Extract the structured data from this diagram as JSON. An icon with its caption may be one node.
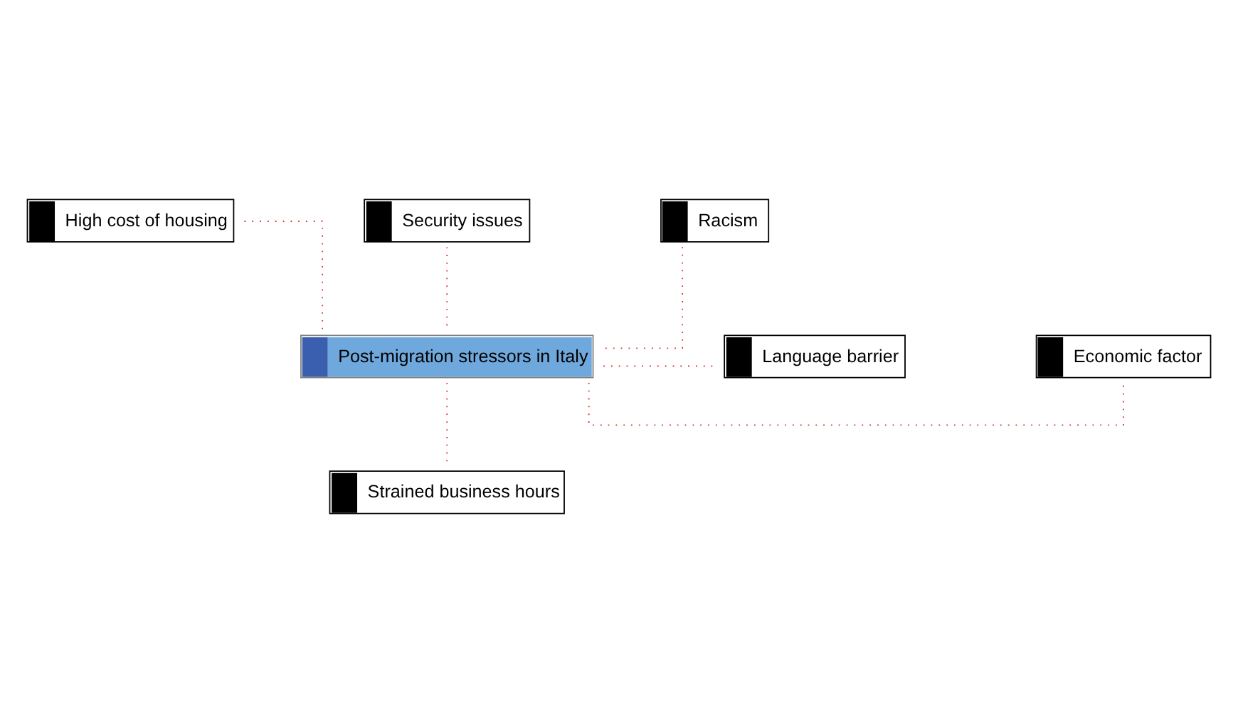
{
  "diagram": {
    "nodes": [
      {
        "text": [
          "Post-migration stressors in Italy"
        ]
      },
      {
        "text": [
          "High cost of housing"
        ]
      },
      {
        "text": [
          "Security issues"
        ]
      },
      {
        "text": [
          "Racism"
        ]
      },
      {
        "text": [
          "Economic factor"
        ]
      },
      {
        "text": [
          "Language barrier"
        ]
      },
      {
        "text": [
          "Strained business hours"
        ]
      }
    ],
    "edges": [
      {
        "from": 0,
        "to": 1,
        "arrow": "none"
      },
      {
        "from": 0,
        "to": 2,
        "arrow": "none"
      },
      {
        "from": 0,
        "to": 3,
        "arrow": "none"
      },
      {
        "from": 0,
        "to": 4,
        "arrow": "none"
      },
      {
        "from": 0,
        "to": 5,
        "arrow": "none"
      },
      {
        "from": 0,
        "to": 6,
        "arrow": "none"
      }
    ]
  }
}
